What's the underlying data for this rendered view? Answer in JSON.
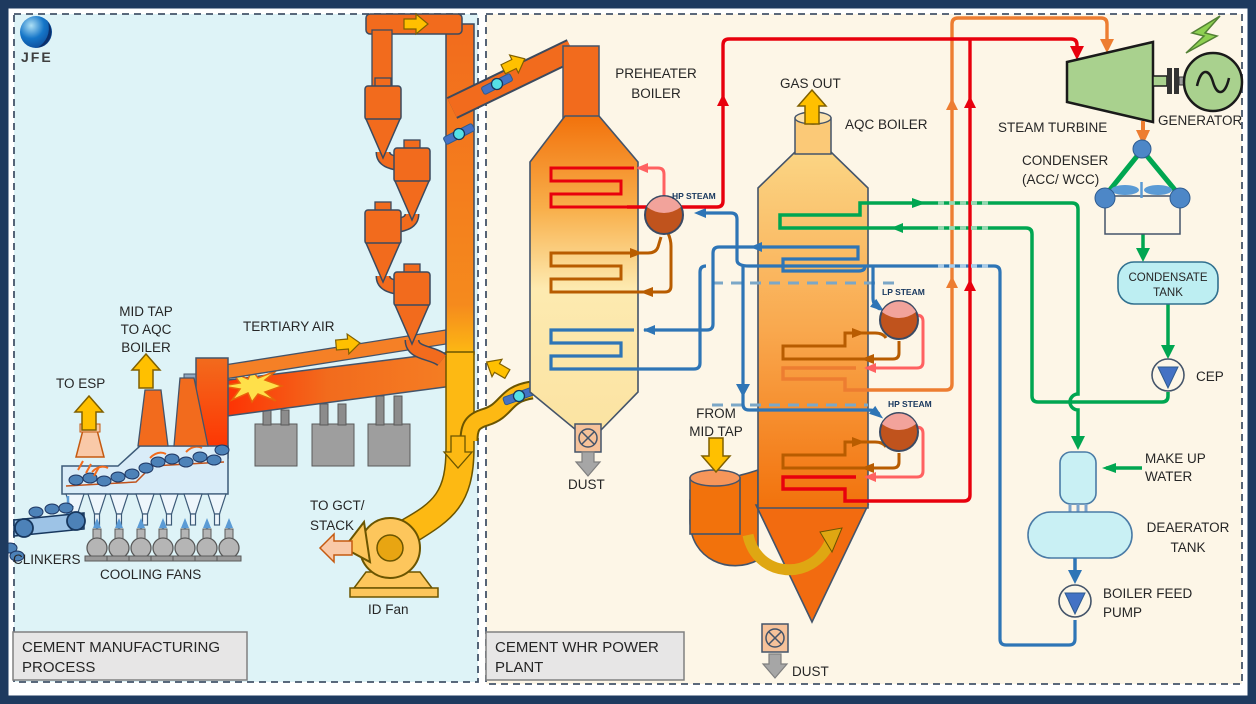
{
  "colors": {
    "frame": "#1e3a5f",
    "left_bg": "#def3f7",
    "right_bg": "#fdf6e7",
    "duct_orange": "#f26b1d",
    "gas_yellow": "#fdb913",
    "arrow_yellow": "#ffc000",
    "hp_steam_red": "#e8000d",
    "lp_steam_orange": "#ed7d31",
    "saturated_steam_pink": "#ff6161",
    "evaporator_brown": "#b85c00",
    "feedwater_blue": "#2e75b6",
    "condensate_green": "#00a651",
    "tank_cyan": "#c9f0f4",
    "equipment_green": "#a9d18e",
    "dust_gray": "#a6a6a6"
  },
  "logo": {
    "text": "JFE"
  },
  "left": {
    "labels": {
      "to_esp": "TO ESP",
      "mid_tap": [
        "MID TAP",
        "TO AQC",
        "BOILER"
      ],
      "tertiary_air": "TERTIARY AIR",
      "clinkers": "CLINKERS",
      "cooling_fans": "COOLING FANS",
      "to_gct": [
        "TO GCT/",
        "STACK"
      ],
      "id_fan": "ID Fan",
      "title": [
        "CEMENT MANUFACTURING",
        "PROCESS"
      ]
    }
  },
  "right": {
    "labels": {
      "preheater_boiler": [
        "PREHEATER",
        "BOILER"
      ],
      "hp_steam_preheater": "HP STEAM",
      "dust_preheater": "DUST",
      "gas_out": "GAS OUT",
      "aqc_boiler": "AQC BOILER",
      "from_mid_tap": [
        "FROM",
        "MID TAP"
      ],
      "lp_steam": "LP STEAM",
      "hp_steam_aqc": "HP STEAM",
      "dust_aqc": "DUST",
      "steam_turbine": "STEAM TURBINE",
      "generator": "GENERATOR",
      "condenser": [
        "CONDENSER",
        "(ACC/ WCC)"
      ],
      "condensate_tank": [
        "CONDENSATE",
        "TANK"
      ],
      "cep": "CEP",
      "make_up_water": [
        "MAKE UP",
        "WATER"
      ],
      "deaerator_tank": [
        "DEAERATOR",
        "TANK"
      ],
      "boiler_feed_pump": [
        "BOILER FEED",
        "PUMP"
      ],
      "title": [
        "CEMENT WHR POWER",
        "PLANT"
      ]
    }
  }
}
